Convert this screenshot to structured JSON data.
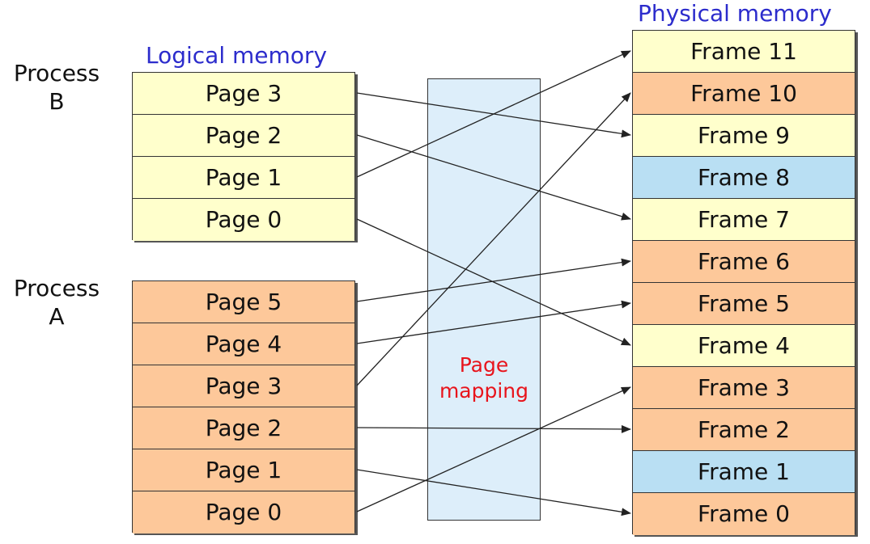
{
  "logical_title": "Logical memory",
  "physical_title": "Physical memory",
  "title_color": "#2c2ccc",
  "mapping_label": "Page\nmapping",
  "mapping_label_color": "#e8141c",
  "colors": {
    "yellow": "#ffffcc",
    "orange": "#fdc89a",
    "blue": "#b9dff3",
    "band": "#ddeefa"
  },
  "process_b": {
    "label": "Process\nB",
    "color": "yellow",
    "pages": [
      "Page 3",
      "Page 2",
      "Page 1",
      "Page 0"
    ]
  },
  "process_a": {
    "label": "Process\nA",
    "color": "orange",
    "pages": [
      "Page 5",
      "Page 4",
      "Page 3",
      "Page 2",
      "Page 1",
      "Page 0"
    ]
  },
  "frames": [
    {
      "label": "Frame 11",
      "color": "yellow"
    },
    {
      "label": "Frame 10",
      "color": "orange"
    },
    {
      "label": "Frame 9",
      "color": "yellow"
    },
    {
      "label": "Frame 8",
      "color": "blue"
    },
    {
      "label": "Frame 7",
      "color": "yellow"
    },
    {
      "label": "Frame 6",
      "color": "orange"
    },
    {
      "label": "Frame 5",
      "color": "orange"
    },
    {
      "label": "Frame 4",
      "color": "yellow"
    },
    {
      "label": "Frame 3",
      "color": "orange"
    },
    {
      "label": "Frame 2",
      "color": "orange"
    },
    {
      "label": "Frame 1",
      "color": "blue"
    },
    {
      "label": "Frame 0",
      "color": "orange"
    }
  ],
  "mappings": [
    {
      "process": "B",
      "page": "Page 3",
      "frame": "Frame 9"
    },
    {
      "process": "B",
      "page": "Page 2",
      "frame": "Frame 7"
    },
    {
      "process": "B",
      "page": "Page 1",
      "frame": "Frame 11"
    },
    {
      "process": "B",
      "page": "Page 0",
      "frame": "Frame 4"
    },
    {
      "process": "A",
      "page": "Page 5",
      "frame": "Frame 6"
    },
    {
      "process": "A",
      "page": "Page 4",
      "frame": "Frame 5"
    },
    {
      "process": "A",
      "page": "Page 3",
      "frame": "Frame 10"
    },
    {
      "process": "A",
      "page": "Page 2",
      "frame": "Frame 2"
    },
    {
      "process": "A",
      "page": "Page 1",
      "frame": "Frame 0"
    },
    {
      "process": "A",
      "page": "Page 0",
      "frame": "Frame 3"
    }
  ]
}
